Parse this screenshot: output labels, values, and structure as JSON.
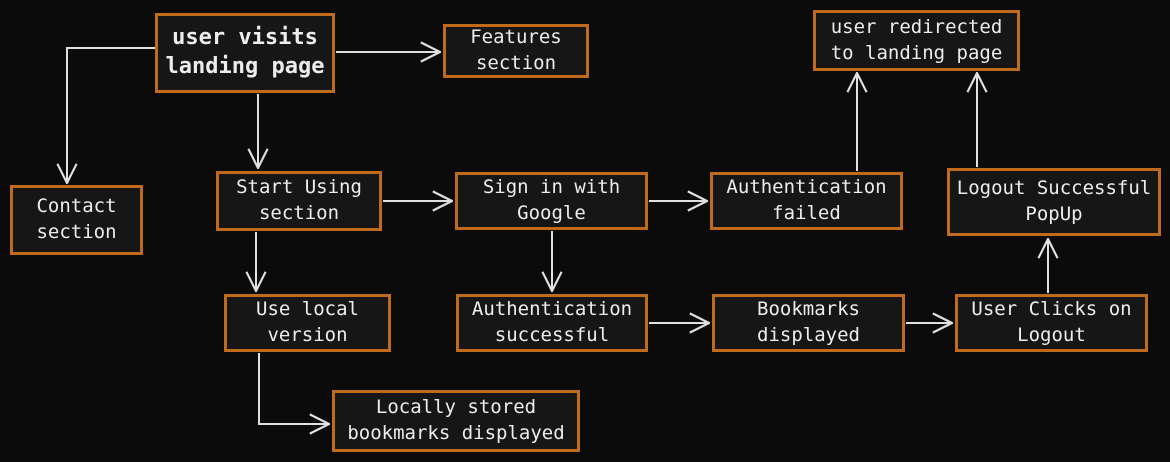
{
  "diagram": {
    "type": "flowchart",
    "background_color": "#0b0b0b",
    "node_fill_color": "#161616",
    "node_border_color": "#c06a1c",
    "text_color": "#ededed",
    "arrow_color": "#e0e0e0",
    "nodes": [
      {
        "id": "user-visits-landing-page",
        "label": "user visits\nlanding page"
      },
      {
        "id": "features-section",
        "label": "Features\nsection"
      },
      {
        "id": "user-redirected-to-landing-page",
        "label": "user redirected\nto landing page"
      },
      {
        "id": "contact-section",
        "label": "Contact\nsection"
      },
      {
        "id": "start-using-section",
        "label": "Start Using\nsection"
      },
      {
        "id": "sign-in-with-google",
        "label": "Sign in with\nGoogle"
      },
      {
        "id": "authentication-failed",
        "label": "Authentication\nfailed"
      },
      {
        "id": "logout-successful-popup",
        "label": "Logout Successful\nPopUp"
      },
      {
        "id": "use-local-version",
        "label": "Use local\nversion"
      },
      {
        "id": "authentication-successful",
        "label": "Authentication\nsuccessful"
      },
      {
        "id": "bookmarks-displayed",
        "label": "Bookmarks\ndisplayed"
      },
      {
        "id": "user-clicks-on-logout",
        "label": "User Clicks on\nLogout"
      },
      {
        "id": "locally-stored-bookmarks-displayed",
        "label": "Locally stored\nbookmarks displayed"
      }
    ],
    "edges": [
      {
        "from": "user-visits-landing-page",
        "to": "contact-section"
      },
      {
        "from": "user-visits-landing-page",
        "to": "features-section"
      },
      {
        "from": "user-visits-landing-page",
        "to": "start-using-section"
      },
      {
        "from": "start-using-section",
        "to": "sign-in-with-google"
      },
      {
        "from": "start-using-section",
        "to": "use-local-version"
      },
      {
        "from": "sign-in-with-google",
        "to": "authentication-failed"
      },
      {
        "from": "sign-in-with-google",
        "to": "authentication-successful"
      },
      {
        "from": "authentication-failed",
        "to": "user-redirected-to-landing-page"
      },
      {
        "from": "authentication-successful",
        "to": "bookmarks-displayed"
      },
      {
        "from": "bookmarks-displayed",
        "to": "user-clicks-on-logout"
      },
      {
        "from": "user-clicks-on-logout",
        "to": "logout-successful-popup"
      },
      {
        "from": "logout-successful-popup",
        "to": "user-redirected-to-landing-page"
      },
      {
        "from": "use-local-version",
        "to": "locally-stored-bookmarks-displayed"
      }
    ]
  }
}
